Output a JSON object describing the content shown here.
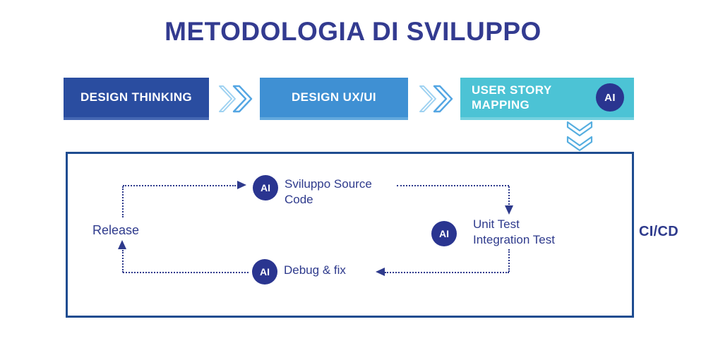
{
  "title": "METODOLOGIA DI SVILUPPO",
  "colors": {
    "title_navy": "#333b90",
    "text_navy": "#2e3a8c",
    "box_design_thinking": "#2a4da0",
    "box_design_uxui": "#3f90d3",
    "box_user_story": "#4cc3d5",
    "ai_badge_navy": "#2a3590",
    "cycle_border_blue": "#1e4c90",
    "chevron_light_blue": "#9fd2f1",
    "chevron_blue": "#54a6e3"
  },
  "icons": {
    "between_steps": "chevron-right-icon",
    "into_cycle": "chevron-down-icon"
  },
  "pipeline": {
    "steps": [
      {
        "label": "DESIGN THINKING"
      },
      {
        "label": "DESIGN UX/UI"
      },
      {
        "label": "USER STORY\nMAPPING",
        "badge": "AI"
      }
    ]
  },
  "cycle": {
    "container_label": "CI/CD",
    "nodes": [
      {
        "badge": "AI",
        "label": "Sviluppo Source\nCode"
      },
      {
        "badge": "AI",
        "label": "Unit Test\nIntegration Test"
      },
      {
        "badge": "AI",
        "label": "Debug & fix"
      },
      {
        "label": "Release"
      }
    ]
  }
}
